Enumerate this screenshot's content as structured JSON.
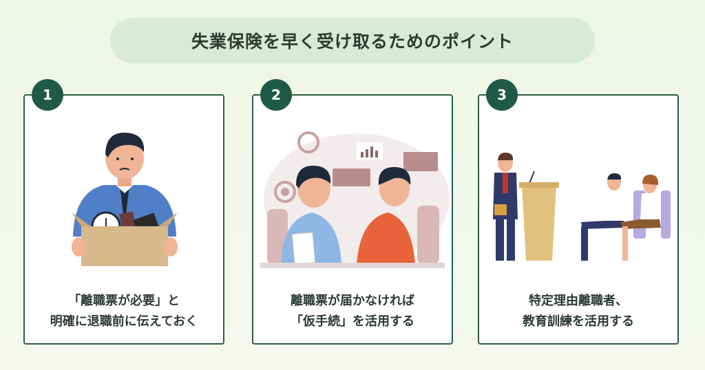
{
  "title": "失業保険を早く受け取るためのポイント",
  "cards": [
    {
      "number": "1",
      "line1": "「離職票が必要」と",
      "line2": "明確に退職前に伝えておく"
    },
    {
      "number": "2",
      "line1": "離職票が届かなければ",
      "line2": "「仮手続」を活用する"
    },
    {
      "number": "3",
      "line1": "特定理由離職者、",
      "line2": "教育訓練を活用する"
    }
  ],
  "colors": {
    "accent": "#1f5a45",
    "border": "#2b5d47",
    "title_bg": "#d9ebd7",
    "background": "#eef6e6"
  }
}
